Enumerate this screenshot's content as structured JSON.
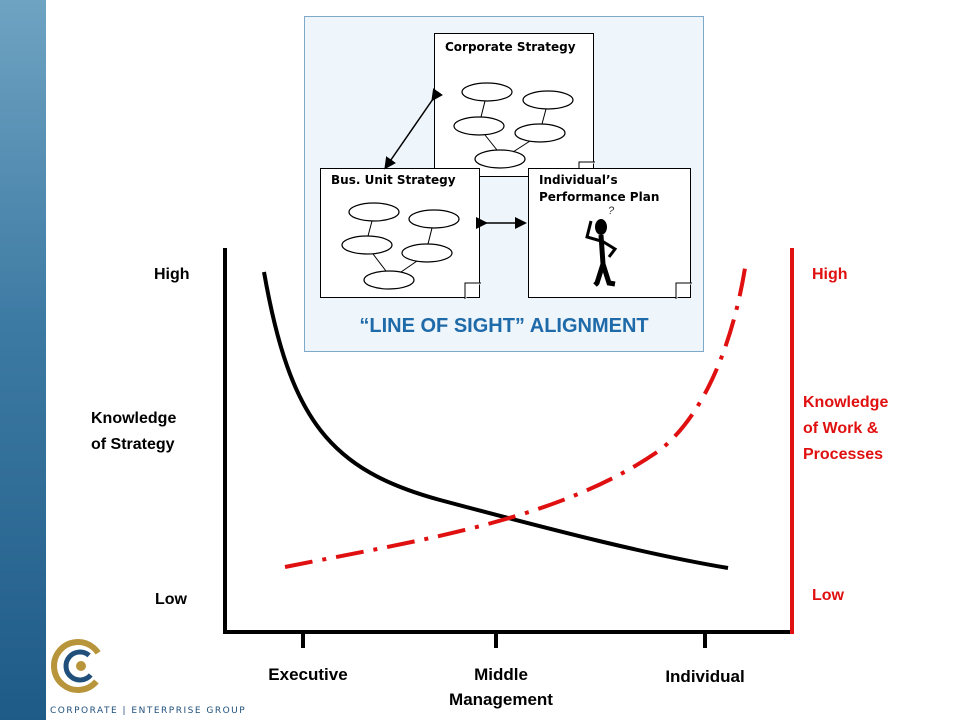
{
  "inset": {
    "title": "“LINE OF SIGHT” ALIGNMENT",
    "docs": {
      "corporate": "Corporate Strategy",
      "bus_unit": "Bus. Unit Strategy",
      "individual_line1": "Individual’s",
      "individual_line2": "Performance Plan",
      "question_mark": "?"
    }
  },
  "left_axis": {
    "high": "High",
    "label_line1": "Knowledge",
    "label_line2": "of Strategy",
    "low": "Low"
  },
  "right_axis": {
    "high": "High",
    "label_line1": "Knowledge",
    "label_line2": "of Work &",
    "label_line3": "Processes",
    "low": "Low"
  },
  "x_axis": {
    "executive": "Executive",
    "middle_line1": "Middle",
    "middle_line2": "Management",
    "individual": "Individual"
  },
  "logo": {
    "text": "CORPORATE | ENTERPRISE GROUP"
  },
  "colors": {
    "accent_red": "#e01010",
    "title_blue": "#1f6aa8",
    "sidebar_blue": "#1f5b87"
  }
}
